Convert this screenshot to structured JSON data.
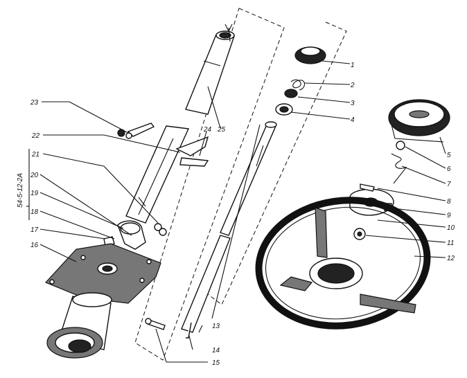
{
  "figure": {
    "code": "54-5-12-2A",
    "callouts": [
      "1",
      "2",
      "3",
      "4",
      "5",
      "6",
      "7",
      "8",
      "9",
      "10",
      "11",
      "12",
      "13",
      "14",
      "15",
      "16",
      "17",
      "18",
      "19",
      "20",
      "21",
      "22",
      "23",
      "24",
      "25"
    ]
  }
}
